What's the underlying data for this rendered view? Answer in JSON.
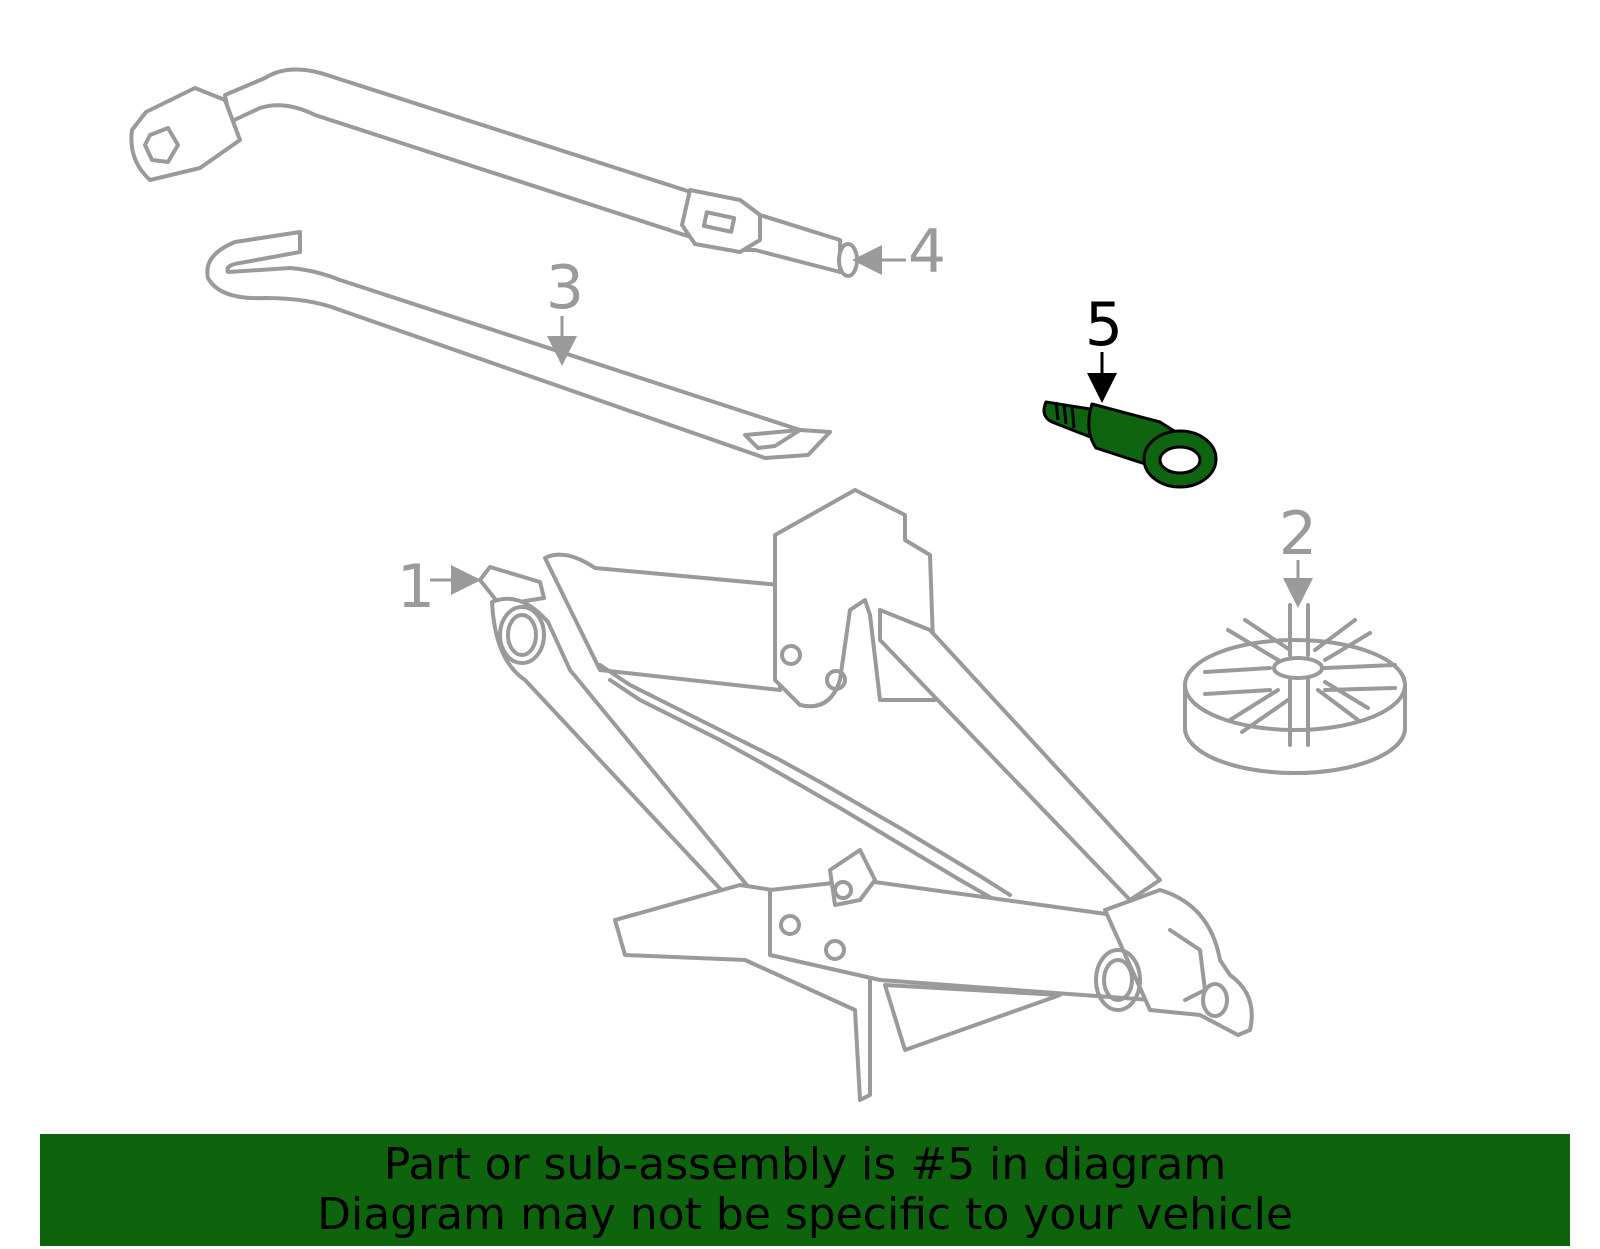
{
  "callouts": {
    "c1": "1",
    "c2": "2",
    "c3": "3",
    "c4": "4",
    "c5": "5"
  },
  "colors": {
    "line_gray": "#9a9a9a",
    "highlight_green": "#0f640f",
    "banner_green": "#0d640d",
    "text_black": "#000000"
  },
  "banner": {
    "line1": "Part or sub-assembly is #5 in diagram",
    "line2": "Diagram may not be specific to your vehicle"
  }
}
